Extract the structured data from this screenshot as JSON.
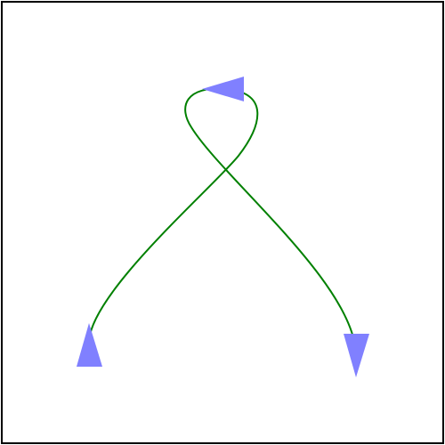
{
  "diagram": {
    "curve_color": "#008000",
    "marker_color": "#8080ff",
    "frame_color": "#000000",
    "background": "#ffffff",
    "markers": [
      {
        "id": "start",
        "shape": "triangle",
        "points": "up"
      },
      {
        "id": "apex",
        "shape": "triangle",
        "points": "left"
      },
      {
        "id": "end",
        "shape": "triangle",
        "points": "down"
      }
    ]
  }
}
